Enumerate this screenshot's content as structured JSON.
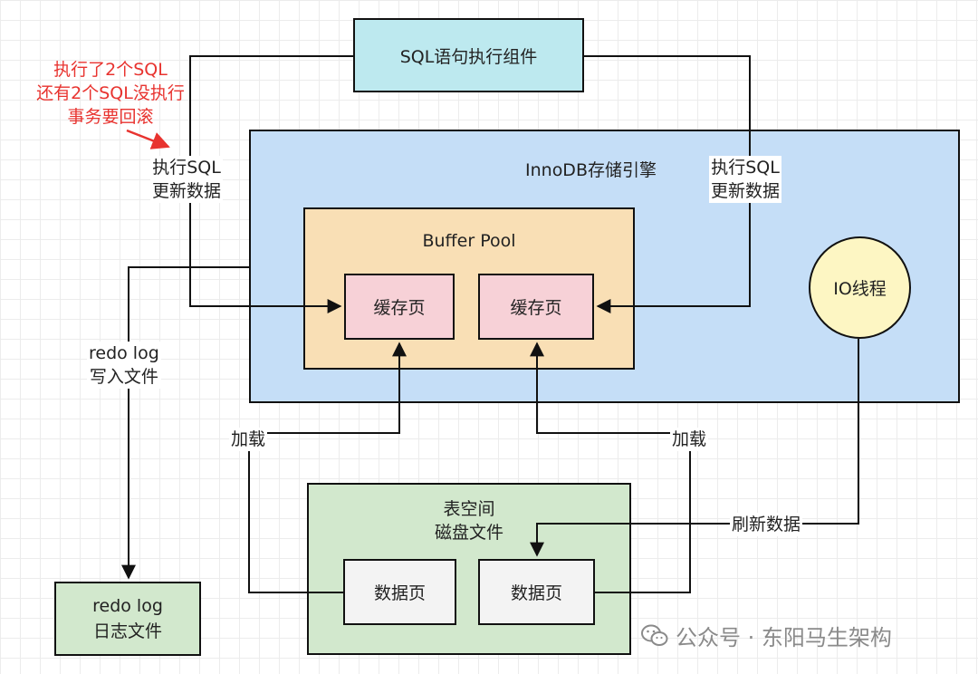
{
  "sql_component": "SQL语句执行组件",
  "innodb_title": "InnoDB存储引擎",
  "buffer_pool_title": "Buffer Pool",
  "cache_page_1": "缓存页",
  "cache_page_2": "缓存页",
  "io_thread": "IO线程",
  "tablespace_title": "表空间\n磁盘文件",
  "data_page_1": "数据页",
  "data_page_2": "数据页",
  "redo_file": "redo log\n日志文件",
  "labels": {
    "exec_left": "执行SQL\n更新数据",
    "exec_right": "执行SQL\n更新数据",
    "redo_write": "redo log\n写入文件",
    "load_left": "加载",
    "load_right": "加载",
    "flush": "刷新数据",
    "annotation": "执行了2个SQL\n还有2个SQL没执行\n事务要回滚"
  },
  "watermark": "公众号 · 东阳马生架构",
  "colors": {
    "sql_box": "#bde9ef",
    "innodb": "#c5def7",
    "buffer_pool": "#f9dfb5",
    "cache_page": "#f7d1d7",
    "io_thread": "#fdf6c3",
    "tablespace": "#d2e8cd",
    "data_page": "#f3f3f3",
    "annotation": "#e8332f"
  }
}
